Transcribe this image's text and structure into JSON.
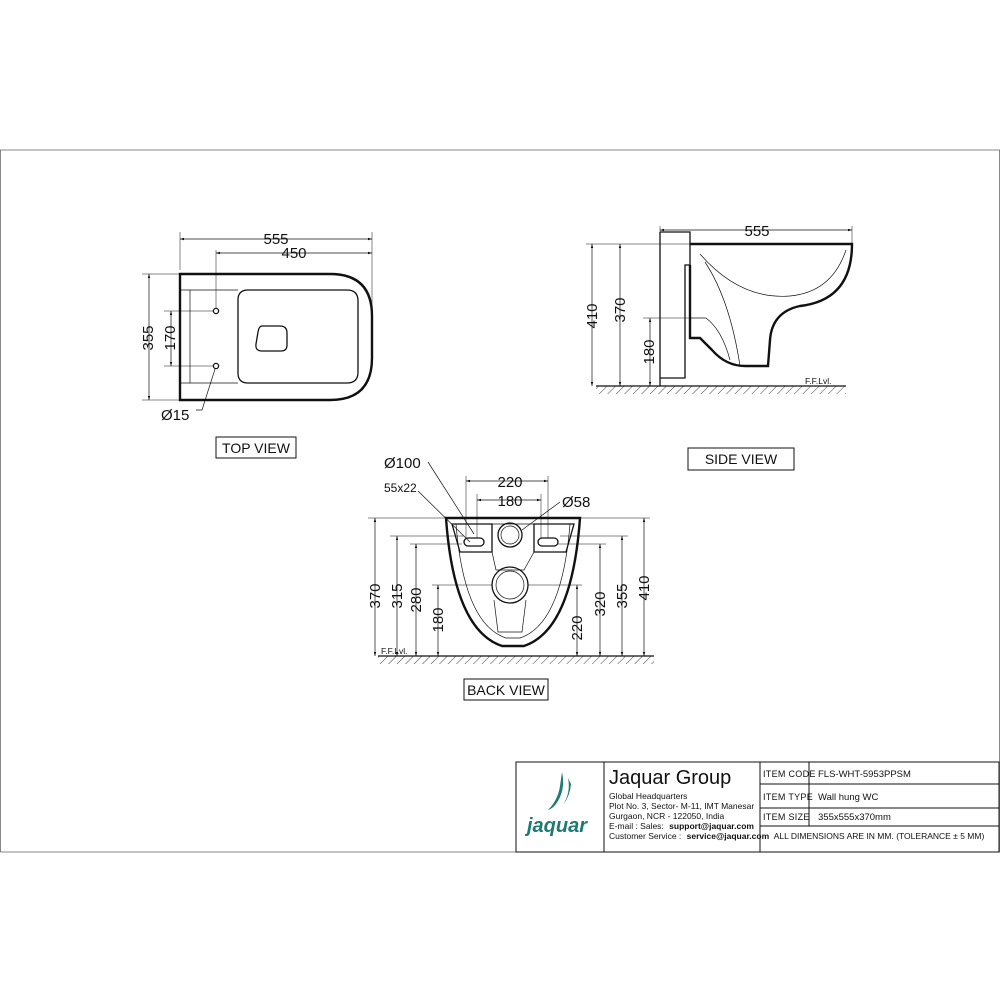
{
  "views": {
    "top": {
      "label": "TOP VIEW",
      "dims": {
        "overall_length": "555",
        "inner_length": "450",
        "overall_width": "355",
        "bolt_spacing": "170",
        "bolt_hole": "Ø15"
      }
    },
    "side": {
      "label": "SIDE VIEW",
      "floor_label": "F.F.Lvl.",
      "dims": {
        "length": "555",
        "height_total": "410",
        "height_rim": "370",
        "height_outlet": "180"
      }
    },
    "back": {
      "label": "BACK VIEW",
      "floor_label": "F.F.Lvl.",
      "dims": {
        "outlet_dia": "Ø100",
        "slot": "55x22",
        "bolt_outer": "220",
        "bolt_inner": "180",
        "inlet_dia": "Ø58",
        "h370": "370",
        "h315": "315",
        "h280": "280",
        "h180": "180",
        "h220": "220",
        "h320": "320",
        "h355": "355",
        "h410": "410"
      }
    }
  },
  "title_block": {
    "logo": "jaquar",
    "company": "Jaquar Group",
    "hq": "Global Headquarters",
    "address1": "Plot No. 3, Sector- M-11, IMT Manesar",
    "address2": "Gurgaon, NCR - 122050, India",
    "email_prefix": "E-mail : Sales:",
    "email": "support@jaquar.com",
    "service_prefix": "Customer Service :",
    "service_email": "service@jaquar.com",
    "rows": [
      {
        "key": "ITEM  CODE",
        "value": "FLS-WHT-5953PPSM"
      },
      {
        "key": "ITEM  TYPE",
        "value": "Wall hung WC"
      },
      {
        "key": "ITEM  SIZE",
        "value": "355x555x370mm"
      }
    ],
    "note": "ALL DIMENSIONS ARE IN MM. (TOLERANCE ± 5 MM)"
  },
  "colors": {
    "line": "#111111",
    "logo_teal": "#1f7a74",
    "background": "#ffffff"
  }
}
